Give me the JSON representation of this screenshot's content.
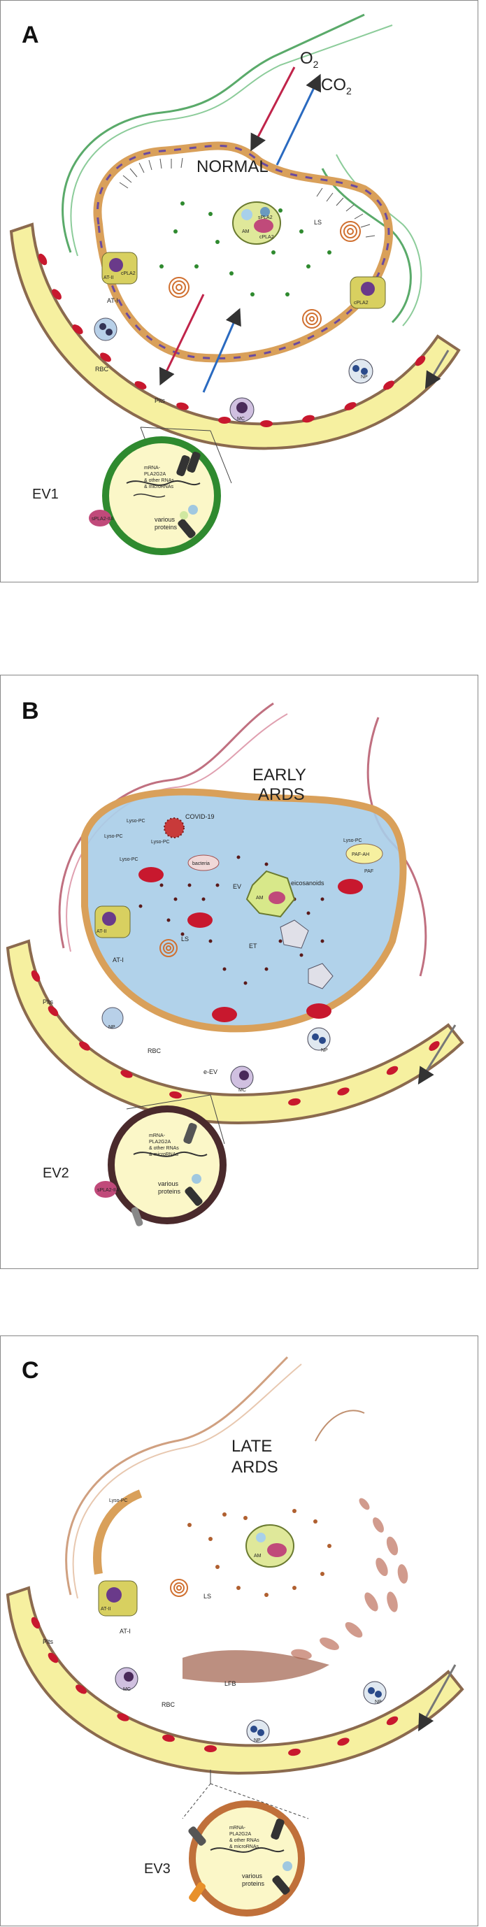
{
  "panels": [
    {
      "letter": "A",
      "title": "NORMAL",
      "o2": "O",
      "o2_sub": "2",
      "co2": "CO",
      "co2_sub": "2",
      "labels": {
        "am": "AM",
        "spla2_1": "sPLA2",
        "spla2_2": "cPLA2",
        "ls": "LS",
        "at2": "AT-II",
        "at1": "AT-I",
        "rbc": "RBC",
        "plts": "Plts",
        "mc": "MC",
        "np": "NP",
        "at2_cpla2": "cPLA2",
        "r_cpla2": "cPLA2"
      },
      "ev": {
        "name": "EV1",
        "rna": [
          "mRNA-",
          "PLA2G2A",
          "& other RNAs",
          "& microRNAs"
        ],
        "proteins": [
          "various",
          "proteins"
        ],
        "enzyme": "sPLA2-IIA"
      }
    },
    {
      "letter": "B",
      "title_lines": [
        "EARLY",
        "ARDS"
      ],
      "labels": {
        "covid": "COVID-19",
        "lyso1": "Lyso-PC",
        "lyso2": "Lyso-PC",
        "lyso3": "Lyso-PC",
        "lyso4": "Lyso-PC",
        "lyso5": "Lyso-PC",
        "bacteria": "bacteria",
        "ev": "EV",
        "am": "AM",
        "eicosanoids": "eicosanoids",
        "pafah": "PAF-AH",
        "paf": "PAF",
        "ls": "LS",
        "et": "ET",
        "at2": "AT-II",
        "at1": "AT-I",
        "plts": "Plts",
        "rbc": "RBC",
        "np": "NP",
        "np2": "NP",
        "mc": "MC",
        "eev": "e-EV"
      },
      "ev": {
        "name": "EV2",
        "rna": [
          "mRNA-",
          "PLA2G2A",
          "& other RNAs",
          "& microRNAs"
        ],
        "proteins": [
          "various",
          "proteins"
        ],
        "enzyme": "sPLA2-IIA"
      }
    },
    {
      "letter": "C",
      "title_lines": [
        "LATE",
        "ARDS"
      ],
      "labels": {
        "lyso": "Lyso-PC",
        "am": "AM",
        "ls": "LS",
        "at2": "AT-II",
        "at1": "AT-I",
        "plts": "Plts",
        "mc": "MC",
        "rbc": "RBC",
        "lfb": "LFB",
        "np": "NP",
        "np2": "NP"
      },
      "ev": {
        "name": "EV3",
        "rna": [
          "mRNA-",
          "PLA2G2A",
          "& other RNAs",
          "& microRNAs"
        ],
        "proteins": [
          "various",
          "proteins"
        ]
      }
    }
  ],
  "colors": {
    "capillary_fill": "#f6f0a0",
    "vessel_wall": "#8b6a4e",
    "rbc": "#c8182e",
    "ev1_ring": "#2f8a2f",
    "ev2_ring": "#4a2a2c",
    "ev3_ring": "#c0703a",
    "edema": "#a9cde8",
    "green_dot": "#2f8a2f",
    "red_dot": "#5a1a1a",
    "brown_dot": "#b06030"
  }
}
